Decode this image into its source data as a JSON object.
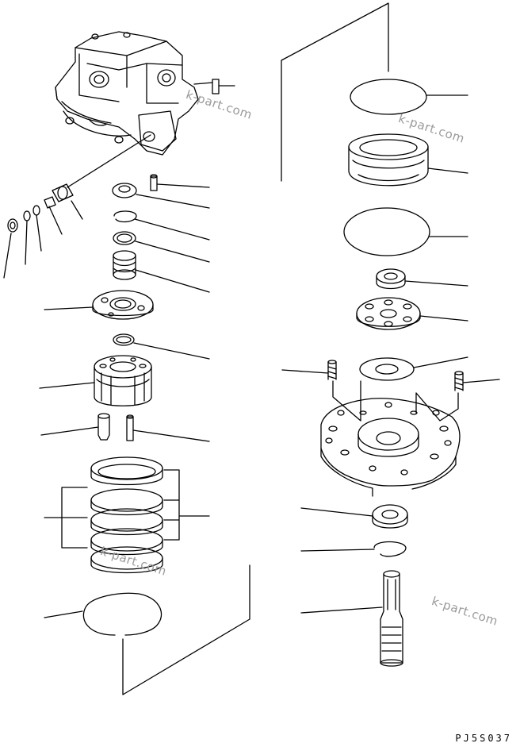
{
  "figure_code": "PJ5S037",
  "watermarks": [
    "k-part.com",
    "k-part.com",
    "k-part.com",
    "k-part.com"
  ],
  "colors": {
    "line": "#000000",
    "watermark": "#9a9a9a",
    "background": "#ffffff"
  }
}
